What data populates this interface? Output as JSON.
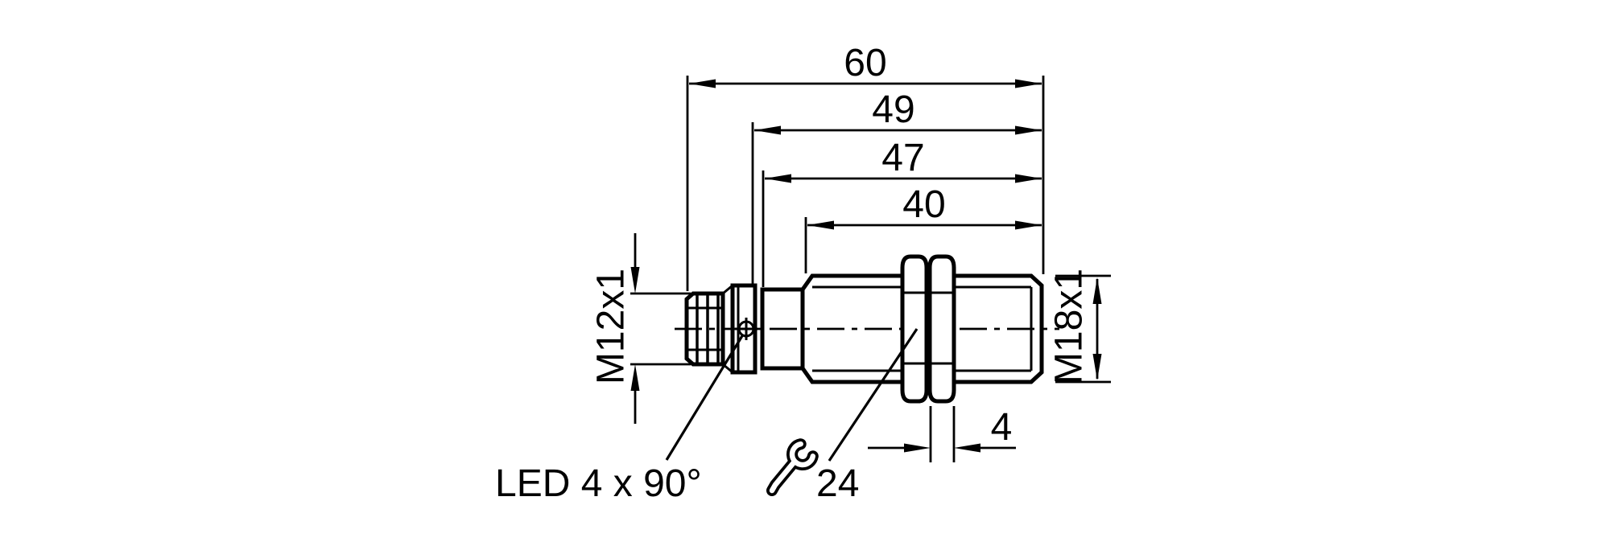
{
  "colors": {
    "line": "#000000",
    "background": "#ffffff"
  },
  "drawing": {
    "dim_total_length": "60",
    "dim_housing_length": "49",
    "dim_to_flange": "47",
    "dim_thread_length": "40",
    "dim_nut_width": "4",
    "thread_connector": "M12x1",
    "thread_body": "M18x1",
    "wrench_size": "24",
    "led_label": "LED 4 x 90°"
  }
}
